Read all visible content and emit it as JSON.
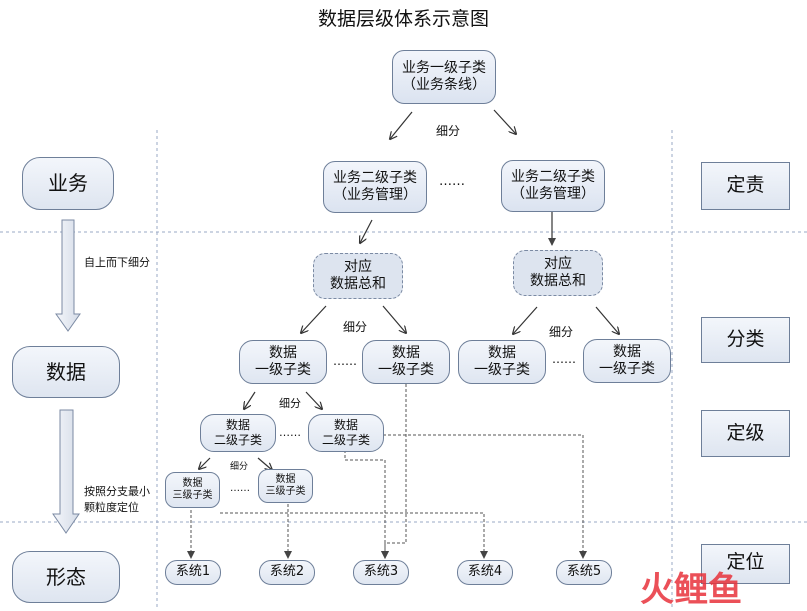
{
  "title": "数据层级体系示意图",
  "left_column": {
    "business": "业务",
    "data": "数据",
    "form": "形态",
    "arrow1_label": "自上而下细分",
    "arrow2_label": "按照分支最小\n颗粒度定位"
  },
  "right_column": {
    "define_duty": "定责",
    "classify": "分类",
    "grade": "定级",
    "locate": "定位"
  },
  "nodes": {
    "level1": "业务一级子类\n（业务条线）",
    "level2_left": "业务二级子类\n（业务管理）",
    "level2_right": "业务二级子类\n（业务管理）",
    "level2_dots": "……",
    "sum_left": "对应\n数据总和",
    "sum_right": "对应\n数据总和",
    "d1_a": "数据\n一级子类",
    "d1_b": "数据\n一级子类",
    "d1_c": "数据\n一级子类",
    "d1_d": "数据\n一级子类",
    "d1_dots_left": "……",
    "d1_dots_right": "……",
    "d2_a": "数据\n二级子类",
    "d2_b": "数据\n二级子类",
    "d2_dots": "……",
    "d3_a": "数据\n三级子类",
    "d3_b": "数据\n三级子类",
    "d3_dots": "……"
  },
  "split_labels": {
    "s1": "细分",
    "s2": "细分",
    "s3": "细分",
    "s4": "细分",
    "s5": "细分"
  },
  "systems": [
    "系统1",
    "系统2",
    "系统3",
    "系统4",
    "系统5"
  ],
  "watermark": {
    "text": "火鲤鱼",
    "color_left": "#e8323b",
    "color_right": "#e8323b"
  }
}
